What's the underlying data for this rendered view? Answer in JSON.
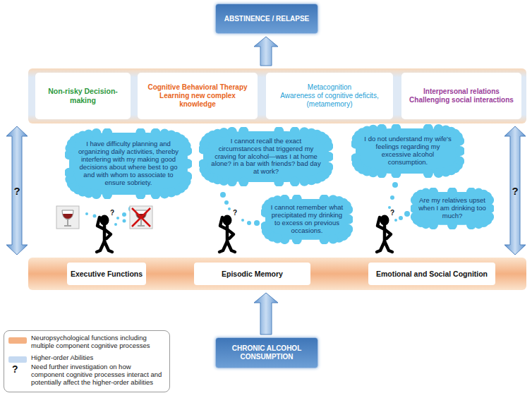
{
  "diagram": {
    "nodes": [
      {
        "text": [
          "ABSTINENCE / RELAPSE"
        ]
      },
      {
        "text": []
      },
      {
        "text": [
          "Non-risky Decision-making"
        ],
        "in": 1
      },
      {
        "text": [
          "Cognitive Behavioral Therapy",
          "Learning new complex knowledge"
        ],
        "in": 1
      },
      {
        "text": [
          "Metacognition",
          "Awareness of cognitive deficits, (metamemory)"
        ],
        "in": 1
      },
      {
        "text": [
          "Interpersonal relations",
          "Challenging social interactions"
        ],
        "in": 1
      },
      {
        "text": [
          "I have difficulty planning and organizing daily activities, thereby interfering with my making good decisions about where best to go and with whom to associate to ensure sobriety."
        ]
      },
      {
        "text": [
          "I cannot recall the exact circumstances that triggered my craving for alcohol—was I at home alone? in a bar with friends? bad day at work?"
        ]
      },
      {
        "text": [
          "I do not understand my wife's feelings regarding my excessive alcohol consumption."
        ]
      },
      {
        "text": [
          "I cannot remember what precipitated my drinking to excess on previous occasions."
        ]
      },
      {
        "text": [
          "Are my relatives upset when I am drinking too much?"
        ]
      },
      {
        "text": []
      },
      {
        "text": [
          "Executive Functions"
        ],
        "in": 11
      },
      {
        "text": [
          "Episodic Memory"
        ],
        "in": 11
      },
      {
        "text": [
          "Emotional and Social Cognition"
        ],
        "in": 11
      },
      {
        "text": [
          "CHRONIC ALCOHOL CONSUMPTION"
        ]
      }
    ],
    "edges": [
      {
        "from": 1,
        "to": 0,
        "arrow": "to"
      },
      {
        "from": 15,
        "to": 11,
        "arrow": "to"
      },
      {
        "from": 11,
        "to": 1,
        "arrow": "both",
        "label": "?"
      },
      {
        "from": 11,
        "to": 1,
        "arrow": "both",
        "label": "?"
      }
    ],
    "labels": [
      "?",
      "?",
      "?",
      "?"
    ],
    "legend": [
      {
        "text": "Neuropsychological functions including multiple component cognitive processes",
        "color": "#f4b183"
      },
      {
        "text": "Higher-order Abilities",
        "color": "#c5d9f1"
      },
      {
        "text": "Need further investigation on how component cognitive processes interact and potentially affect the higher-order abilities"
      }
    ]
  }
}
